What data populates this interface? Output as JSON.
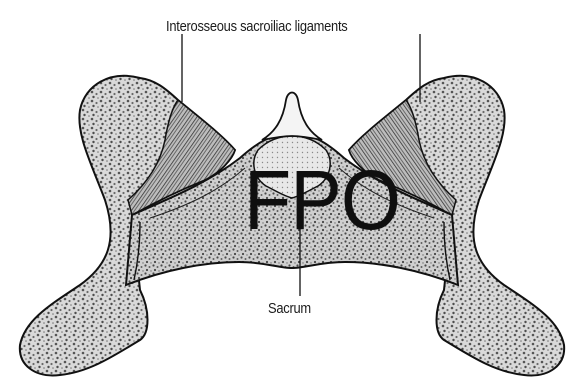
{
  "figure": {
    "labels": {
      "ligaments": "Interosseous sacroiliac ligaments",
      "sacrum": "Sacrum"
    },
    "placeholder": "FPO"
  },
  "colors": {
    "ink": "#1c1c1c",
    "bone_fill": "#c8c8c8",
    "paper": "#ffffff"
  }
}
